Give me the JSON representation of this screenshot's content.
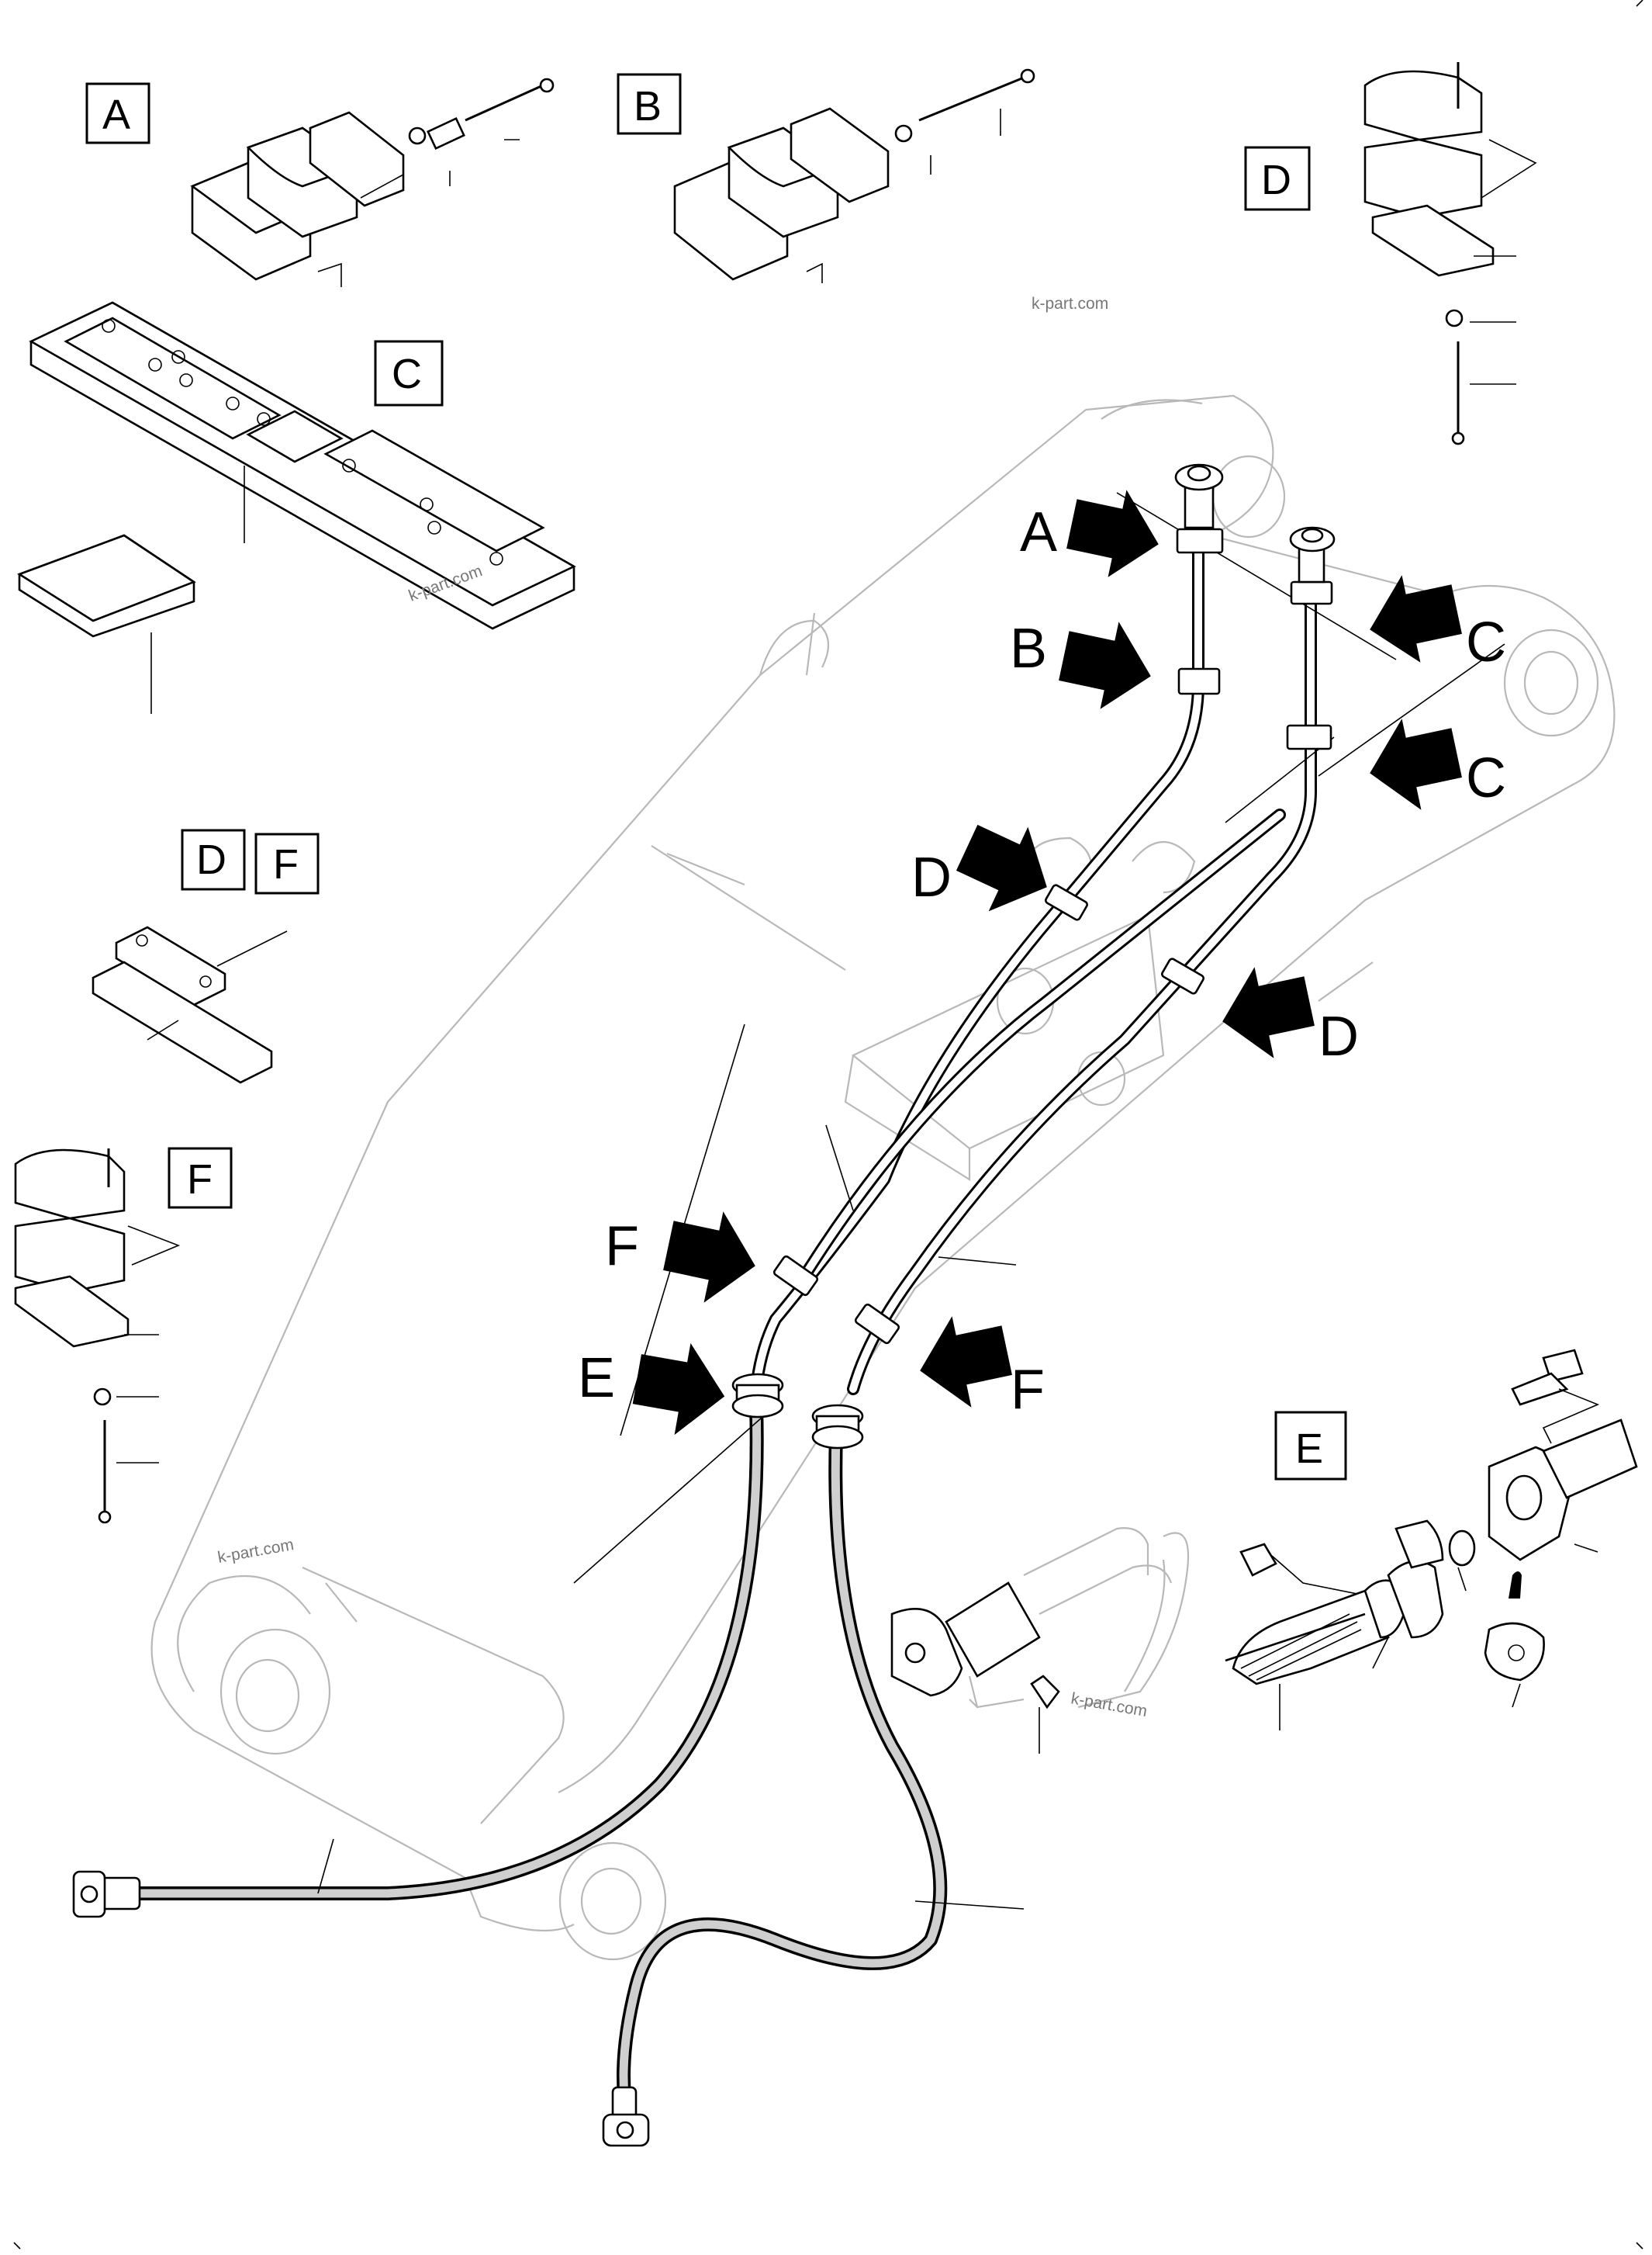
{
  "labels": {
    "box_A": "A",
    "box_B": "B",
    "box_C": "C",
    "box_D": "D",
    "box_DF_D": "D",
    "box_DF_F": "F",
    "box_F": "F",
    "box_E": "E"
  },
  "callouts": {
    "A": "A",
    "B": "B",
    "C_upper": "C",
    "C_lower": "C",
    "D_left": "D",
    "D_right": "D",
    "F_left": "F",
    "F_right": "F",
    "E": "E"
  },
  "watermarks": {
    "top": "k-part.com",
    "c_plate": "k-part.com",
    "boom": "k-part.com",
    "detail_e": "k-part.com"
  },
  "colors": {
    "ink": "#000000",
    "ghost": "#b8b8b8",
    "hose_fill": "#cfcfcf",
    "background": "#ffffff"
  }
}
